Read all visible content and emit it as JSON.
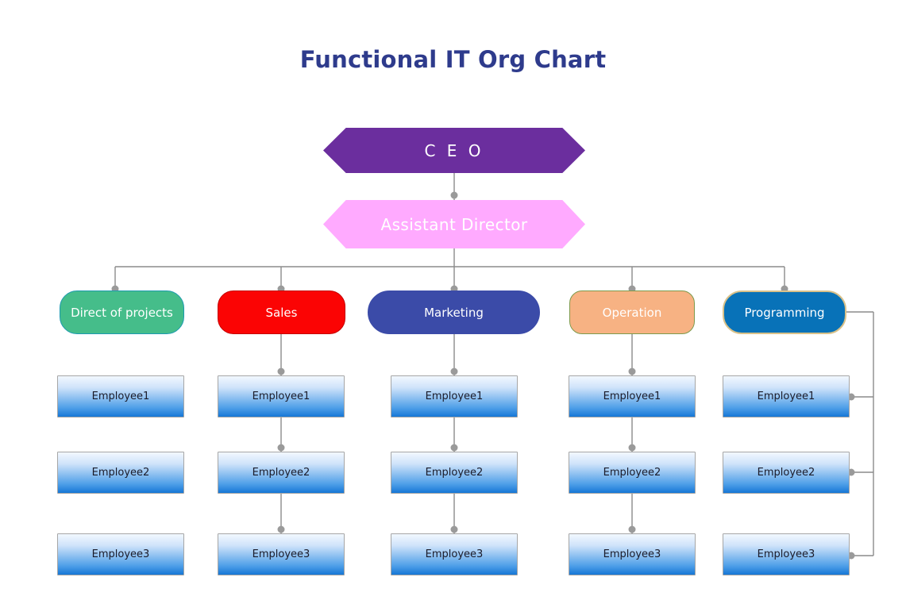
{
  "title": "Functional IT Org Chart",
  "colors": {
    "title": "#2e3b8c",
    "ceo": "#6b2e9e",
    "assistant_director": "#ffaaff",
    "direct_of_projects": "#45bd8a",
    "sales": "#fb0404",
    "marketing": "#3b4ba8",
    "operation": "#f7b283",
    "programming": "#0872b8",
    "employee_gradient_top": "#f2f8ff",
    "employee_gradient_bottom": "#1677d6",
    "connector": "#8c8c8c",
    "connector_dot": "#9a9a9a",
    "background": "#ffffff"
  },
  "chart_data": {
    "type": "diagram",
    "subtype": "organization-chart",
    "title": "Functional IT Org Chart",
    "levels": [
      "executive",
      "assistant",
      "department",
      "staff"
    ],
    "nodes": [
      {
        "id": "ceo",
        "label": "C E O",
        "level": "executive",
        "shape": "hexagon",
        "color": "#6b2e9e"
      },
      {
        "id": "assistant-director",
        "label": "Assistant Director",
        "level": "assistant",
        "shape": "hexagon",
        "color": "#ffaaff"
      },
      {
        "id": "direct-of-projects",
        "label": "Direct of projects",
        "level": "department",
        "shape": "rounded-rect",
        "color": "#45bd8a"
      },
      {
        "id": "sales",
        "label": "Sales",
        "level": "department",
        "shape": "rounded-rect",
        "color": "#fb0404"
      },
      {
        "id": "marketing",
        "label": "Marketing",
        "level": "department",
        "shape": "rounded-rect",
        "color": "#3b4ba8"
      },
      {
        "id": "operation",
        "label": "Operation",
        "level": "department",
        "shape": "rounded-rect",
        "color": "#f7b283"
      },
      {
        "id": "programming",
        "label": "Programming",
        "level": "department",
        "shape": "rounded-rect",
        "color": "#0872b8"
      }
    ],
    "edges": [
      {
        "from": "ceo",
        "to": "assistant-director"
      },
      {
        "from": "assistant-director",
        "to": "direct-of-projects"
      },
      {
        "from": "assistant-director",
        "to": "sales"
      },
      {
        "from": "assistant-director",
        "to": "marketing"
      },
      {
        "from": "assistant-director",
        "to": "operation"
      },
      {
        "from": "assistant-director",
        "to": "programming"
      },
      {
        "from": "sales",
        "to": "sales-employee1"
      },
      {
        "from": "sales-employee1",
        "to": "sales-employee2"
      },
      {
        "from": "sales-employee2",
        "to": "sales-employee3"
      },
      {
        "from": "marketing",
        "to": "marketing-employee1"
      },
      {
        "from": "marketing-employee1",
        "to": "marketing-employee2"
      },
      {
        "from": "marketing-employee2",
        "to": "marketing-employee3"
      },
      {
        "from": "operation",
        "to": "operation-employee1"
      },
      {
        "from": "operation-employee1",
        "to": "operation-employee2"
      },
      {
        "from": "operation-employee2",
        "to": "operation-employee3"
      },
      {
        "from": "programming",
        "to": "programming-employee1"
      },
      {
        "from": "programming",
        "to": "programming-employee2"
      },
      {
        "from": "programming",
        "to": "programming-employee3"
      }
    ]
  },
  "top": {
    "ceo": {
      "label": "C E O"
    },
    "assistant_director": {
      "label": "Assistant Director"
    }
  },
  "columns": [
    {
      "id": "direct-of-projects",
      "department": "Direct of projects",
      "connected_to_staff": false,
      "staff": [
        "Employee1",
        "Employee2",
        "Employee3"
      ]
    },
    {
      "id": "sales",
      "department": "Sales",
      "connected_to_staff": true,
      "staff": [
        "Employee1",
        "Employee2",
        "Employee3"
      ]
    },
    {
      "id": "marketing",
      "department": "Marketing",
      "connected_to_staff": true,
      "staff": [
        "Employee1",
        "Employee2",
        "Employee3"
      ]
    },
    {
      "id": "operation",
      "department": "Operation",
      "connected_to_staff": true,
      "staff": [
        "Employee1",
        "Employee2",
        "Employee3"
      ]
    },
    {
      "id": "programming",
      "department": "Programming",
      "connected_to_staff": true,
      "staff": [
        "Employee1",
        "Employee2",
        "Employee3"
      ]
    }
  ]
}
